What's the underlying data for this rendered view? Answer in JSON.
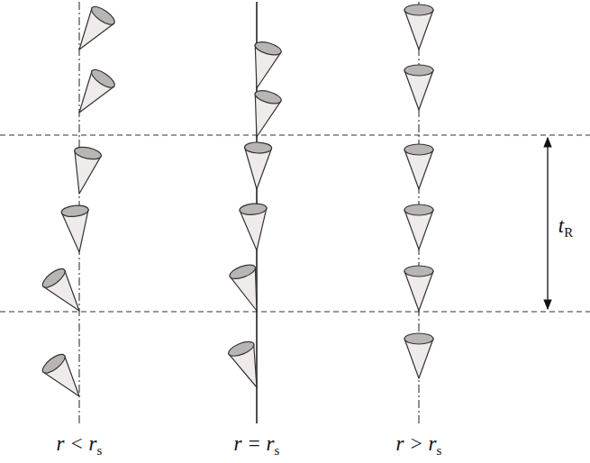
{
  "diagram": {
    "labels": [
      "r < r",
      "s",
      "r = r",
      "s",
      "r > r",
      "s",
      "t",
      "R"
    ]
  }
}
